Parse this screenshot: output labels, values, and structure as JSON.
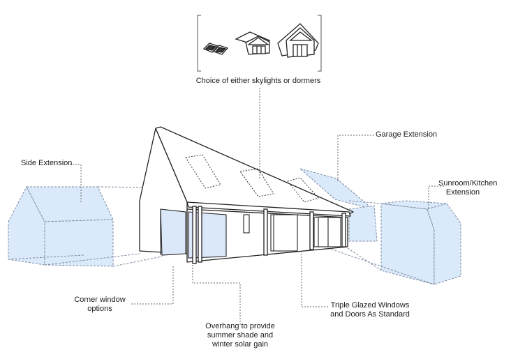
{
  "diagram": {
    "options_caption": "Choice of either skylights or dormers",
    "labels": {
      "side_extension": "Side Extension",
      "garage_extension": "Garage Extension",
      "sunroom_line1": "Sunroom/Kitchen",
      "sunroom_line2": "Extension",
      "corner_line1": "Corner window",
      "corner_line2": "options",
      "triple_line1": "Triple Glazed Windows",
      "triple_line2": "and Doors As Standard",
      "overhang_line1": "Overhang to provide",
      "overhang_line2": "summer shade and",
      "overhang_line3": "winter solar gain"
    },
    "colors": {
      "line": "#222222",
      "extension_fill": "#dbeafb",
      "extension_stroke": "#7a8aa0",
      "leader": "#666666",
      "window_glass": "#e3eefc"
    },
    "icons": [
      "skylight-icon",
      "small-dormer-icon",
      "large-dormer-icon"
    ]
  }
}
